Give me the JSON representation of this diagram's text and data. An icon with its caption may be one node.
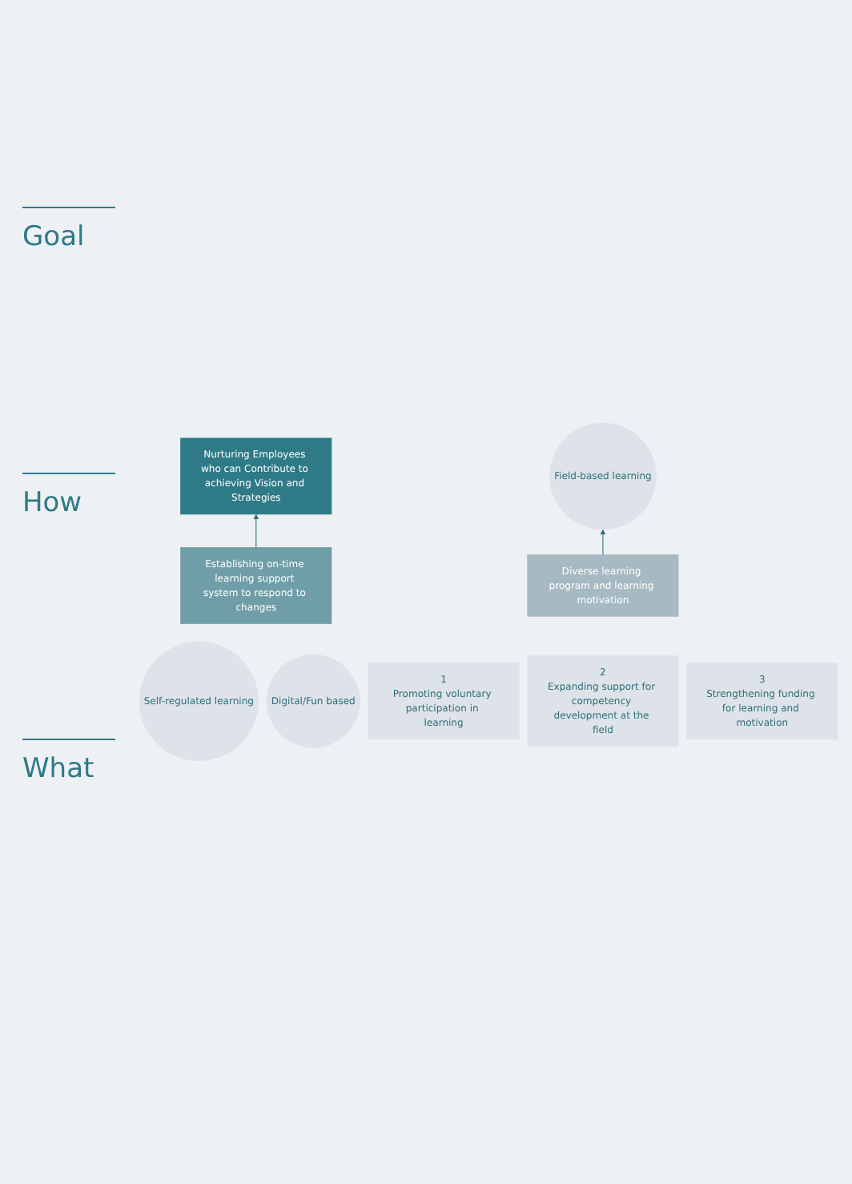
{
  "diagram": {
    "nodes": [
      {
        "text": [
          "Nurturing Employees who can Contribute to achieving Vision and Strategies"
        ]
      },
      {
        "text": [
          "Establishing on-time learning support system to respond to changes"
        ]
      },
      {
        "text": [
          "Self-regulated learning"
        ]
      },
      {
        "text": [
          "Field-based learning"
        ]
      },
      {
        "text": [
          "Digital/Fun based"
        ]
      },
      {
        "text": [
          "Diverse learning program and learning motivation"
        ]
      },
      {
        "text": [
          "1",
          "Promoting voluntary participation in learning"
        ]
      },
      {
        "text": [
          "2",
          "Expanding support for competency development at the field"
        ]
      },
      {
        "text": [
          "3",
          "Strengthening funding for learning and motivation"
        ]
      }
    ],
    "edges": [
      {
        "from": 1,
        "to": 0,
        "arrow": "to"
      },
      {
        "from": 5,
        "to": 3,
        "arrow": "to"
      }
    ],
    "labels": [
      "Goal",
      "How",
      "What"
    ]
  }
}
